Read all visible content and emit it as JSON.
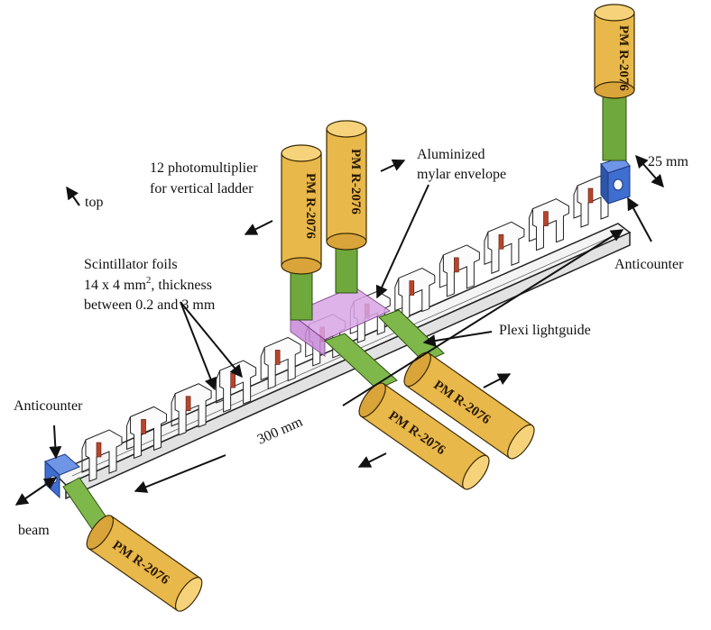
{
  "labels": {
    "photomultiplier_line1": "12 photomultiplier",
    "photomultiplier_line2": "for vertical ladder",
    "top": "top",
    "aluminized_line1": "Aluminized",
    "aluminized_line2": "mylar envelope",
    "dim_25mm": "25 mm",
    "anticounter_right": "Anticounter",
    "scint_line1": "Scintillator foils",
    "scint_line2_pre": "14 x 4 mm",
    "scint_line2_sup": "2",
    "scint_line2_post": ", thickness",
    "scint_line3": "between 0.2 and 3 mm",
    "plexi": "Plexi lightguide",
    "anticounter_left": "Anticounter",
    "dim_300mm": "300 mm",
    "beam": "beam"
  },
  "pm_label": "PM R-2076",
  "colors": {
    "pm_body": "#e8b84a",
    "pm_cap": "#f6d37a",
    "lightguide": "#6fa83c",
    "lightguide_dark": "#4f7f28",
    "anticounter": "#3e6fd0",
    "mylar": "#d9a6e6",
    "scintillator": "#b8442c"
  }
}
